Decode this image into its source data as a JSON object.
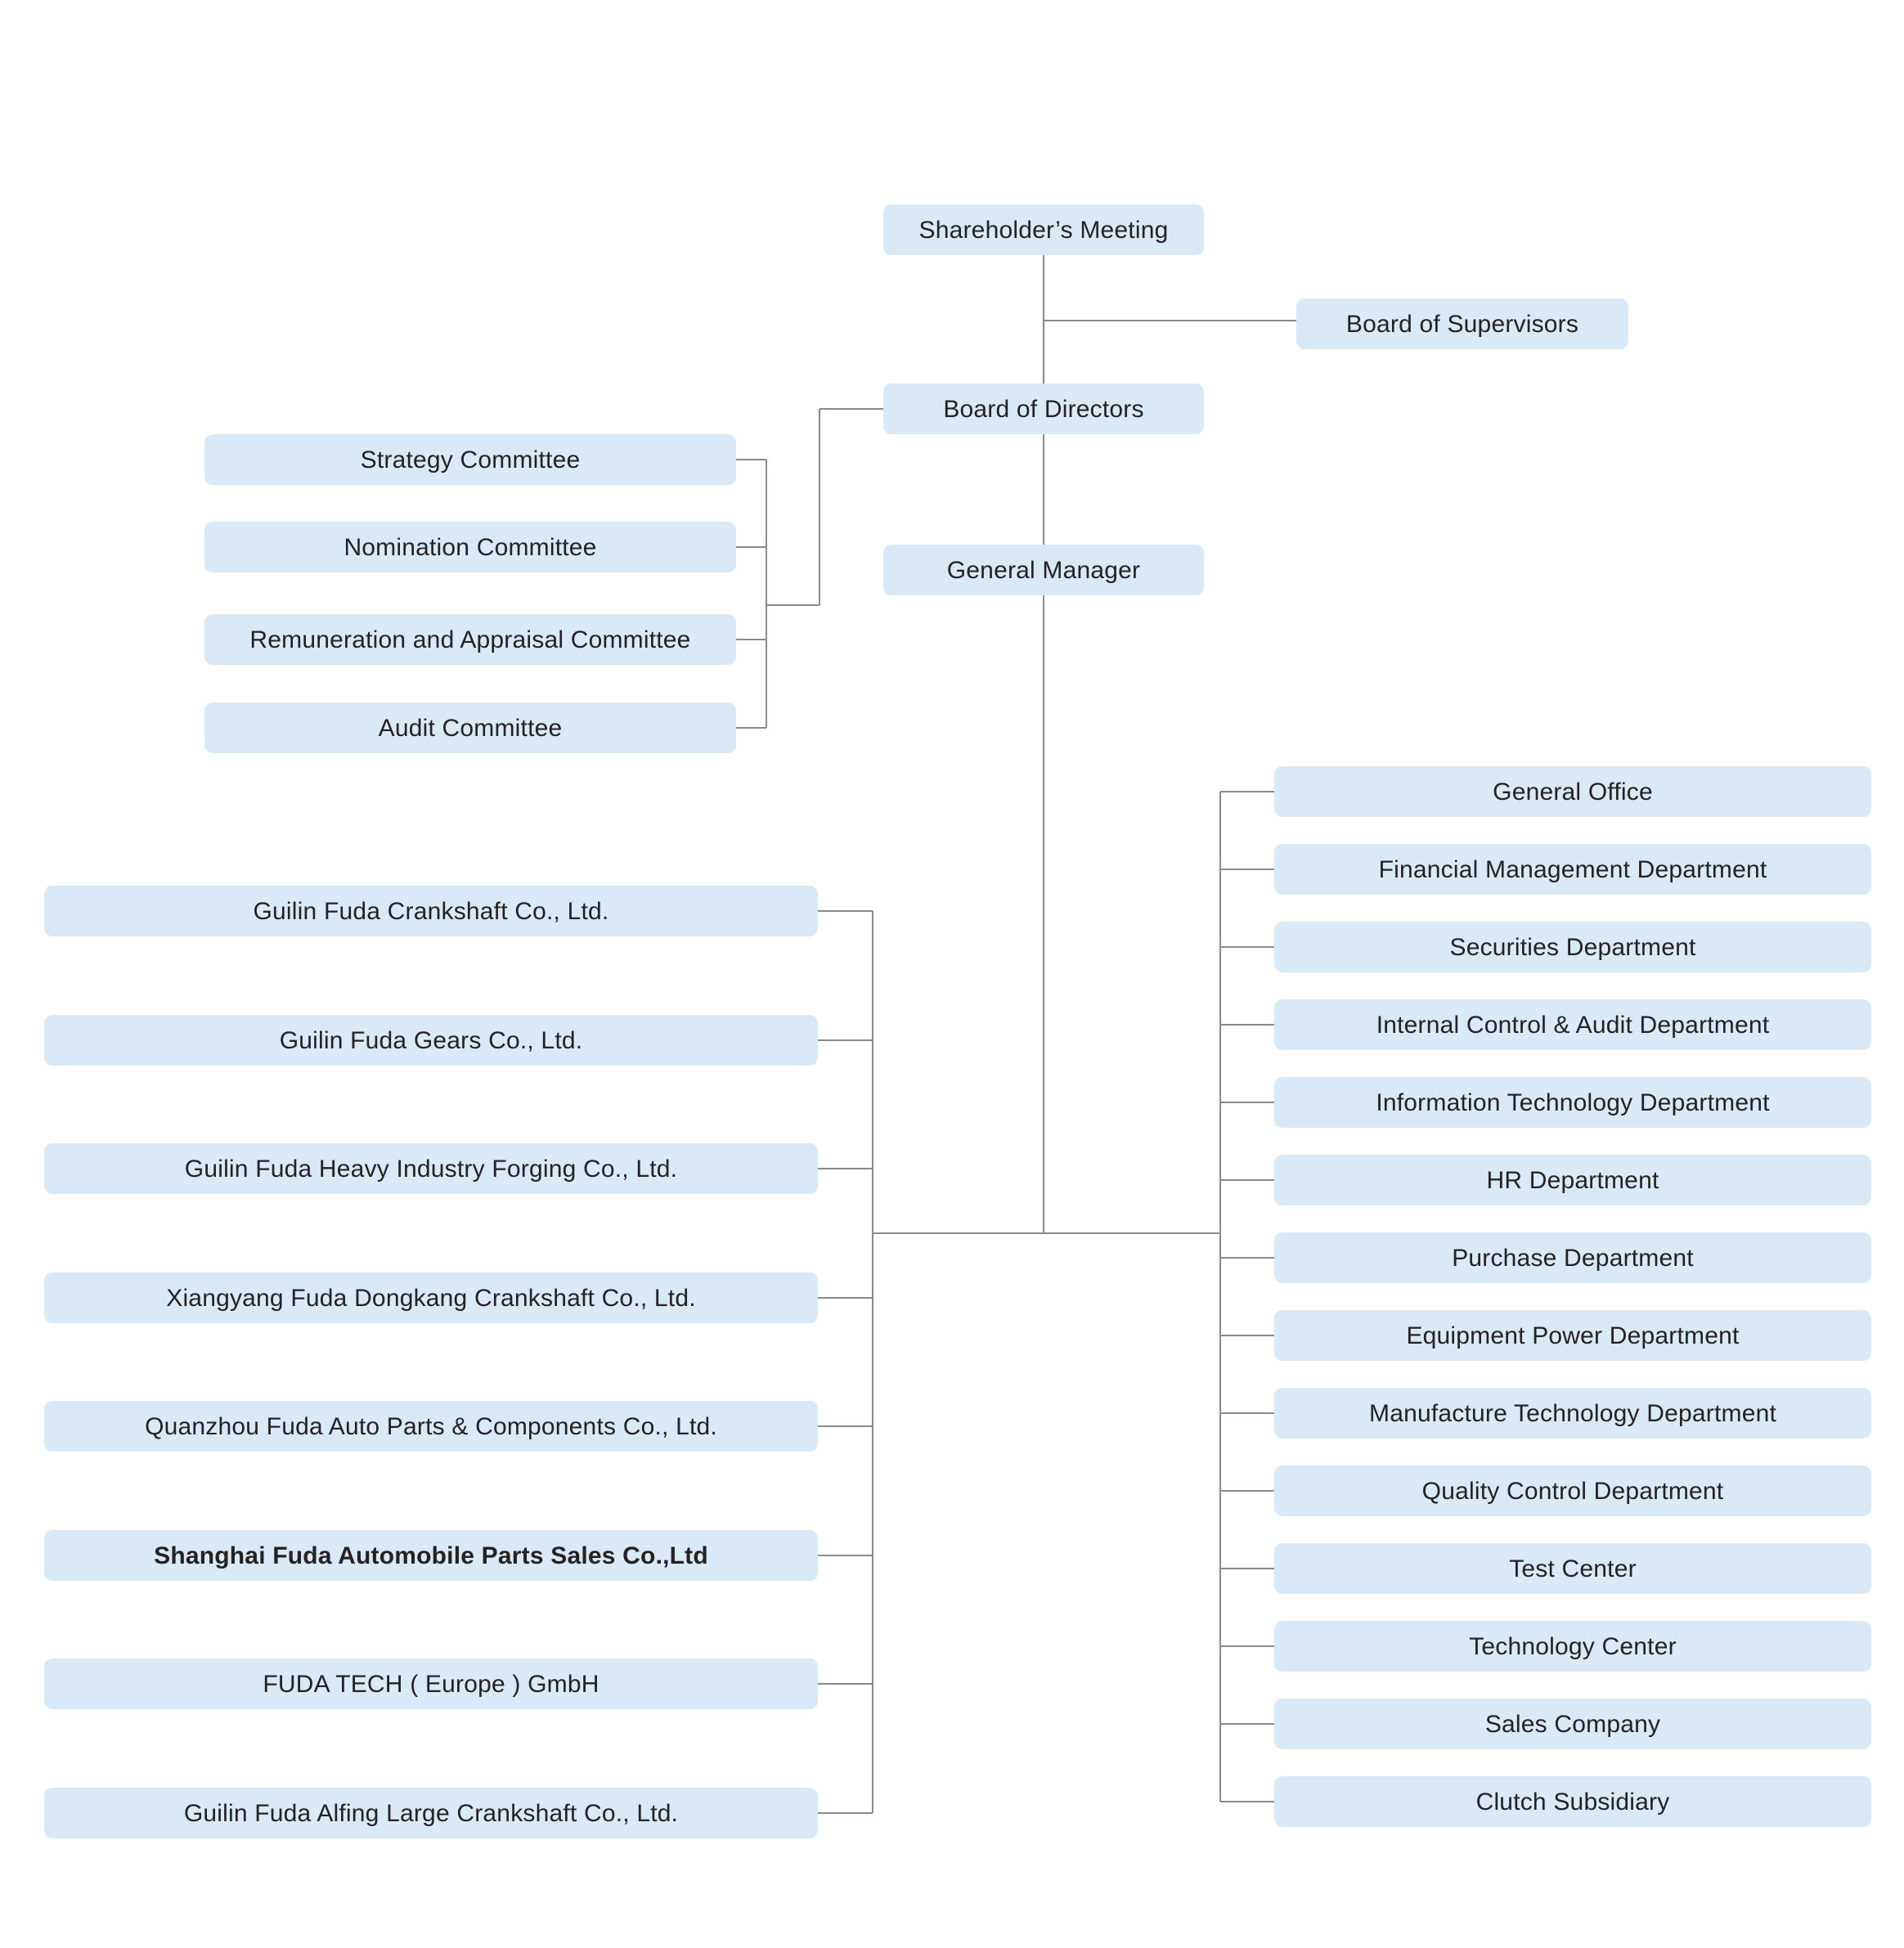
{
  "colors": {
    "background": "#FFFFFF",
    "box_fill": "#D9E9F5",
    "box_text": "#262122",
    "connector_line": "#8A8A8A"
  },
  "nodes": {
    "shareholders_meeting": "Shareholder’s Meeting",
    "board_of_supervisors": "Board of Supervisors",
    "board_of_directors": "Board of Directors",
    "general_manager": "General Manager"
  },
  "committees": [
    "Strategy Committee",
    "Nomination Committee",
    "Remuneration and Appraisal Committee",
    "Audit Committee"
  ],
  "subsidiaries": [
    {
      "label": "Guilin Fuda Crankshaft Co., Ltd.",
      "bold": false
    },
    {
      "label": "Guilin Fuda Gears Co., Ltd.",
      "bold": false
    },
    {
      "label": "Guilin Fuda Heavy Industry Forging Co., Ltd.",
      "bold": false
    },
    {
      "label": "Xiangyang Fuda Dongkang Crankshaft Co., Ltd.",
      "bold": false
    },
    {
      "label": "Quanzhou Fuda Auto Parts & Components Co., Ltd.",
      "bold": false
    },
    {
      "label": "Shanghai Fuda Automobile Parts Sales Co.,Ltd",
      "bold": true
    },
    {
      "label": "FUDA TECH ( Europe ) GmbH",
      "bold": false
    },
    {
      "label": "Guilin Fuda Alfing Large Crankshaft Co., Ltd.",
      "bold": false
    }
  ],
  "departments": [
    "General Office",
    "Financial Management Department",
    "Securities Department",
    "Internal Control & Audit Department",
    "Information Technology Department",
    "HR Department",
    "Purchase Department",
    "Equipment Power Department",
    "Manufacture Technology Department",
    "Quality Control Department",
    "Test Center",
    "Technology Center",
    "Sales Company",
    "Clutch Subsidiary"
  ]
}
